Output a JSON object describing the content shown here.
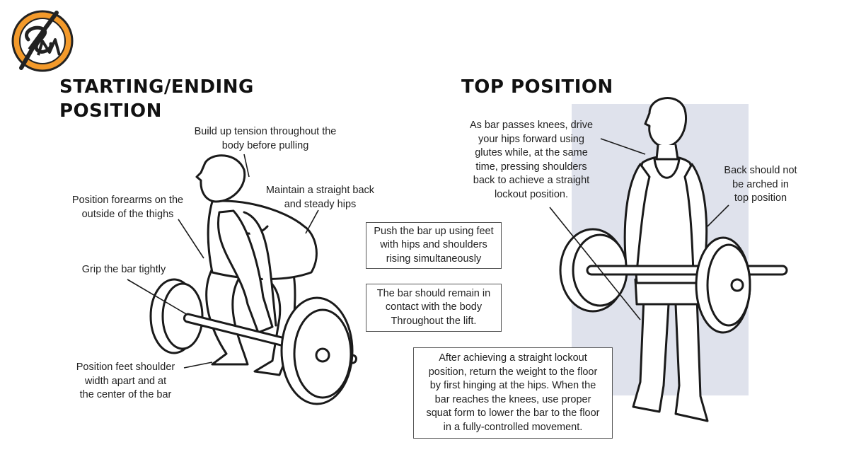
{
  "colors": {
    "accent": "#f39a2b",
    "panel": "#dfe2ec",
    "ink": "#1a1a1a"
  },
  "logo": {
    "text": "SM"
  },
  "left": {
    "heading_line1": "STARTING/ENDING",
    "heading_line2": "POSITION",
    "notes": {
      "tension": [
        "Build up tension throughout the",
        "body before pulling"
      ],
      "back": [
        "Maintain a straight back",
        "and steady hips"
      ],
      "forearms": [
        "Position forearms on the",
        "outside of the thighs"
      ],
      "grip": [
        "Grip the bar tightly"
      ],
      "feet": [
        "Position feet shoulder",
        "width apart and at",
        "the center of the bar"
      ]
    }
  },
  "middle": {
    "box1": [
      "Push the bar up using feet",
      "with hips and shoulders",
      "rising simultaneously"
    ],
    "box2": [
      "The bar should remain in",
      "contact with the body",
      "Throughout the lift."
    ],
    "box3": [
      "After achieving a straight lockout",
      "position, return the weight to the floor",
      "by first hinging at the hips. When the",
      "bar reaches the knees, use proper",
      "squat form to lower the bar to the floor",
      "in a fully-controlled movement."
    ]
  },
  "right": {
    "heading": "TOP POSITION",
    "notes": {
      "hips": [
        "As bar passes knees, drive",
        "your hips forward using",
        "glutes while, at the same",
        "time, pressing shoulders",
        "back to achieve a straight",
        "lockout position."
      ],
      "back": [
        "Back should not",
        "be arched in",
        "top position"
      ]
    }
  }
}
